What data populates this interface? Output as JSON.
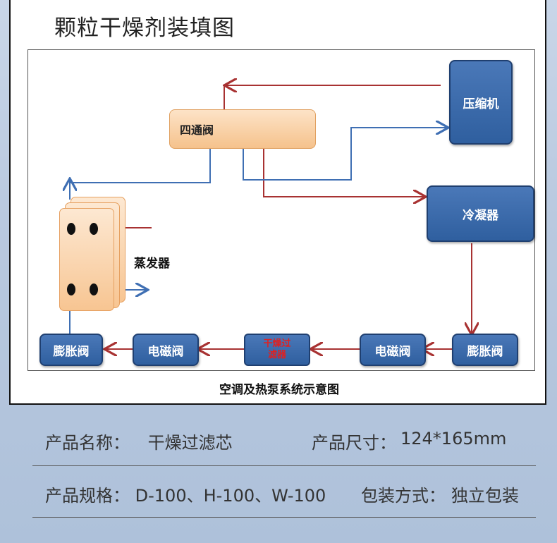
{
  "title": "颗粒干燥剂装填图",
  "diagram": {
    "compressor": "压缩机",
    "four_way_valve": "四通阀",
    "condenser": "冷凝器",
    "evaporator": "蒸发器",
    "bottom_row": [
      "膨胀阀",
      "电磁阀",
      "干燥过\n滤器",
      "电磁阀",
      "膨胀阀"
    ],
    "filter_line1": "干燥过",
    "filter_line2": "滤器",
    "caption": "空调及热泵系统示意图",
    "colors": {
      "red_line": "#a83232",
      "blue_line": "#3f6fb3",
      "box_blue": "#2f5f9f",
      "box_orange": "#f5c28c"
    }
  },
  "info": {
    "name_label": "产品名称：",
    "name_value": "干燥过滤芯",
    "size_label": "产品尺寸：",
    "size_value": "124*165mm",
    "spec_label": "产品规格：",
    "spec_value": "D-100、H-100、W-100",
    "pack_label": "包装方式：",
    "pack_value": "独立包装"
  }
}
